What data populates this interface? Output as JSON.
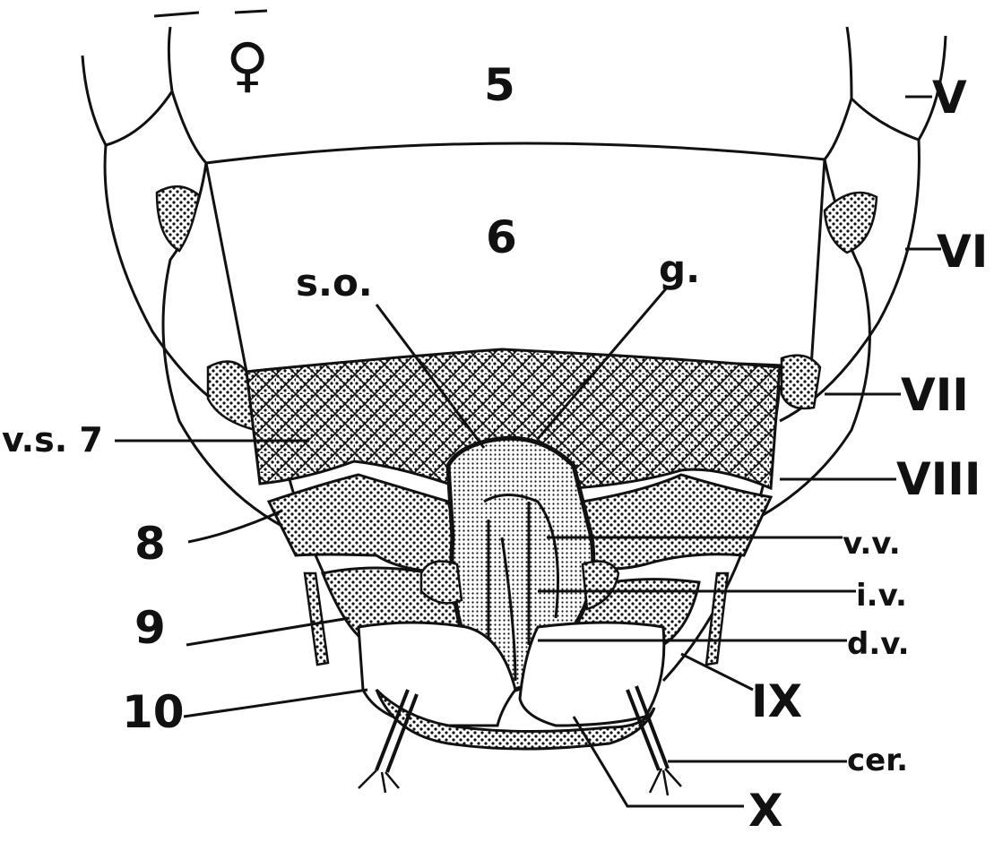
{
  "figure": {
    "sex_symbol": "♀",
    "segments": {
      "s5": "5",
      "s6": "6",
      "s8": "8",
      "s9": "9",
      "s10": "10"
    },
    "roman": {
      "V": "V",
      "VI": "VI",
      "VII": "VII",
      "VIII": "VIII",
      "IX": "IX",
      "X": "X"
    },
    "abbrev": {
      "so": "s.o.",
      "g": "g.",
      "vs7": "v.s. 7",
      "vv": "v.v.",
      "iv": "i.v.",
      "dv": "d.v.",
      "cer": "cer."
    }
  },
  "colors": {
    "ink": "#111111",
    "paper": "#ffffff"
  }
}
